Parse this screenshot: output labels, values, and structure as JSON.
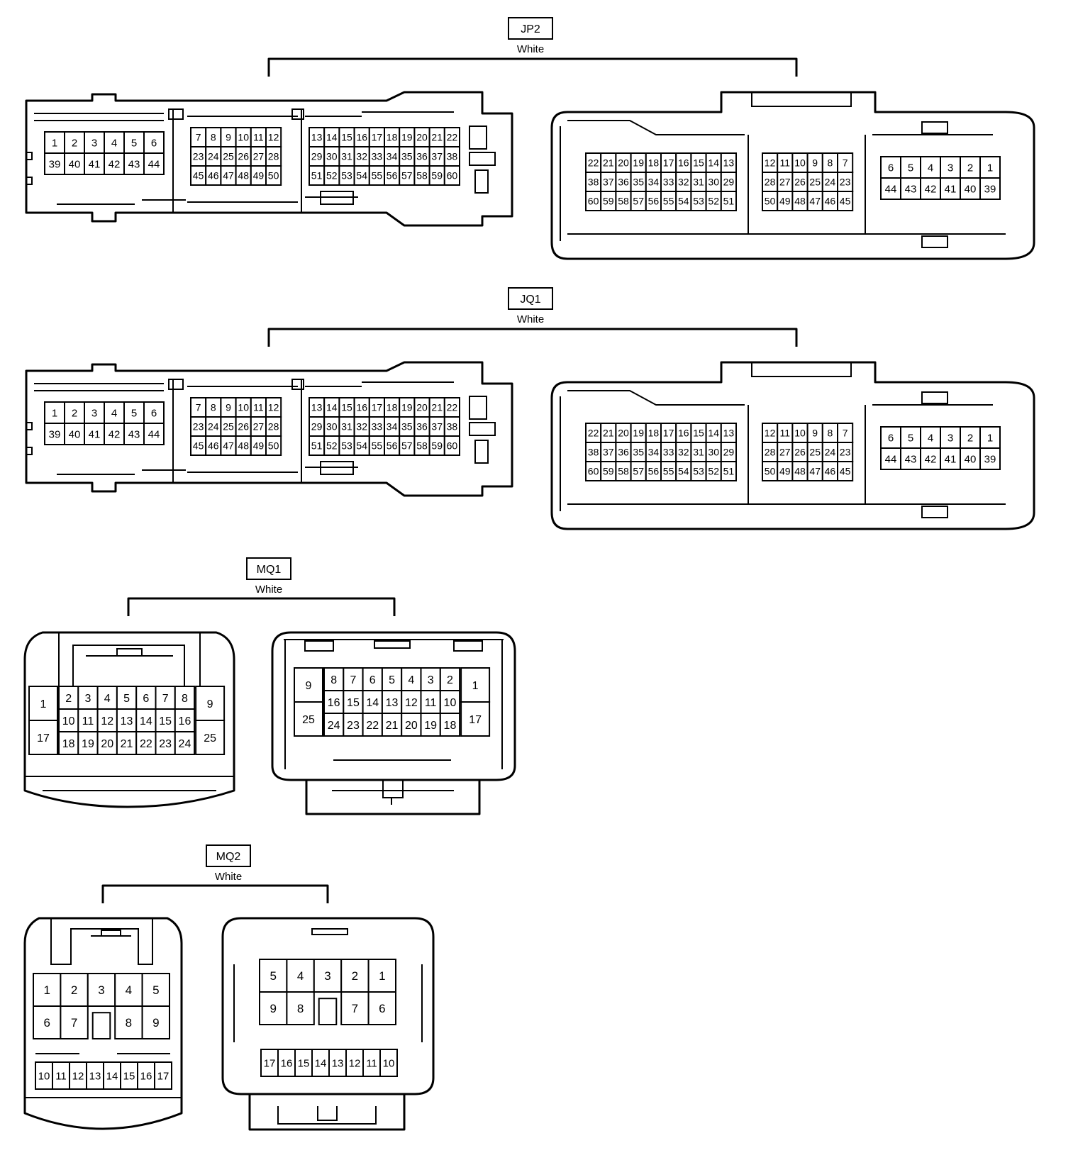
{
  "connectors": [
    {
      "id": "jp2",
      "code": "JP2",
      "color": "White",
      "groups": [
        [
          [
            "1",
            "2",
            "3",
            "4",
            "5",
            "6"
          ],
          [
            "39",
            "40",
            "41",
            "42",
            "43",
            "44"
          ]
        ],
        [
          [
            "7",
            "8",
            "9",
            "10",
            "11",
            "12"
          ],
          [
            "23",
            "24",
            "25",
            "26",
            "27",
            "28"
          ],
          [
            "45",
            "46",
            "47",
            "48",
            "49",
            "50"
          ]
        ],
        [
          [
            "13",
            "14",
            "15",
            "16",
            "17",
            "18",
            "19",
            "20",
            "21",
            "22"
          ],
          [
            "29",
            "30",
            "31",
            "32",
            "33",
            "34",
            "35",
            "36",
            "37",
            "38"
          ],
          [
            "51",
            "52",
            "53",
            "54",
            "55",
            "56",
            "57",
            "58",
            "59",
            "60"
          ]
        ],
        [
          [
            "22",
            "21",
            "20",
            "19",
            "18",
            "17",
            "16",
            "15",
            "14",
            "13"
          ],
          [
            "38",
            "37",
            "36",
            "35",
            "34",
            "33",
            "32",
            "31",
            "30",
            "29"
          ],
          [
            "60",
            "59",
            "58",
            "57",
            "56",
            "55",
            "54",
            "53",
            "52",
            "51"
          ]
        ],
        [
          [
            "12",
            "11",
            "10",
            "9",
            "8",
            "7"
          ],
          [
            "28",
            "27",
            "26",
            "25",
            "24",
            "23"
          ],
          [
            "50",
            "49",
            "48",
            "47",
            "46",
            "45"
          ]
        ],
        [
          [
            "6",
            "5",
            "4",
            "3",
            "2",
            "1"
          ],
          [
            "44",
            "43",
            "42",
            "41",
            "40",
            "39"
          ]
        ]
      ]
    },
    {
      "id": "jq1",
      "code": "JQ1",
      "color": "White",
      "groups": [
        [
          [
            "1",
            "2",
            "3",
            "4",
            "5",
            "6"
          ],
          [
            "39",
            "40",
            "41",
            "42",
            "43",
            "44"
          ]
        ],
        [
          [
            "7",
            "8",
            "9",
            "10",
            "11",
            "12"
          ],
          [
            "23",
            "24",
            "25",
            "26",
            "27",
            "28"
          ],
          [
            "45",
            "46",
            "47",
            "48",
            "49",
            "50"
          ]
        ],
        [
          [
            "13",
            "14",
            "15",
            "16",
            "17",
            "18",
            "19",
            "20",
            "21",
            "22"
          ],
          [
            "29",
            "30",
            "31",
            "32",
            "33",
            "34",
            "35",
            "36",
            "37",
            "38"
          ],
          [
            "51",
            "52",
            "53",
            "54",
            "55",
            "56",
            "57",
            "58",
            "59",
            "60"
          ]
        ],
        [
          [
            "22",
            "21",
            "20",
            "19",
            "18",
            "17",
            "16",
            "15",
            "14",
            "13"
          ],
          [
            "38",
            "37",
            "36",
            "35",
            "34",
            "33",
            "32",
            "31",
            "30",
            "29"
          ],
          [
            "60",
            "59",
            "58",
            "57",
            "56",
            "55",
            "54",
            "53",
            "52",
            "51"
          ]
        ],
        [
          [
            "12",
            "11",
            "10",
            "9",
            "8",
            "7"
          ],
          [
            "28",
            "27",
            "26",
            "25",
            "24",
            "23"
          ],
          [
            "50",
            "49",
            "48",
            "47",
            "46",
            "45"
          ]
        ],
        [
          [
            "6",
            "5",
            "4",
            "3",
            "2",
            "1"
          ],
          [
            "44",
            "43",
            "42",
            "41",
            "40",
            "39"
          ]
        ]
      ]
    },
    {
      "id": "mq1",
      "code": "MQ1",
      "color": "White",
      "left": {
        "side_left": [
          "1",
          "17"
        ],
        "grid": [
          [
            "2",
            "3",
            "4",
            "5",
            "6",
            "7",
            "8"
          ],
          [
            "10",
            "11",
            "12",
            "13",
            "14",
            "15",
            "16"
          ],
          [
            "18",
            "19",
            "20",
            "21",
            "22",
            "23",
            "24"
          ]
        ],
        "side_right": [
          "9",
          "25"
        ]
      },
      "right": {
        "side_left": [
          "9",
          "25"
        ],
        "grid": [
          [
            "8",
            "7",
            "6",
            "5",
            "4",
            "3",
            "2"
          ],
          [
            "16",
            "15",
            "14",
            "13",
            "12",
            "11",
            "10"
          ],
          [
            "24",
            "23",
            "22",
            "21",
            "20",
            "19",
            "18"
          ]
        ],
        "side_right": [
          "1",
          "17"
        ]
      }
    },
    {
      "id": "mq2",
      "code": "MQ2",
      "color": "White",
      "left": {
        "top": [
          [
            "1",
            "2",
            "3",
            "4",
            "5"
          ],
          [
            "6",
            "7",
            "",
            "8",
            "9"
          ]
        ],
        "bottom": [
          "10",
          "11",
          "12",
          "13",
          "14",
          "15",
          "16",
          "17"
        ]
      },
      "right": {
        "top": [
          [
            "5",
            "4",
            "3",
            "2",
            "1"
          ],
          [
            "9",
            "8",
            "",
            "7",
            "6"
          ]
        ],
        "bottom": [
          "17",
          "16",
          "15",
          "14",
          "13",
          "12",
          "11",
          "10"
        ]
      }
    }
  ]
}
